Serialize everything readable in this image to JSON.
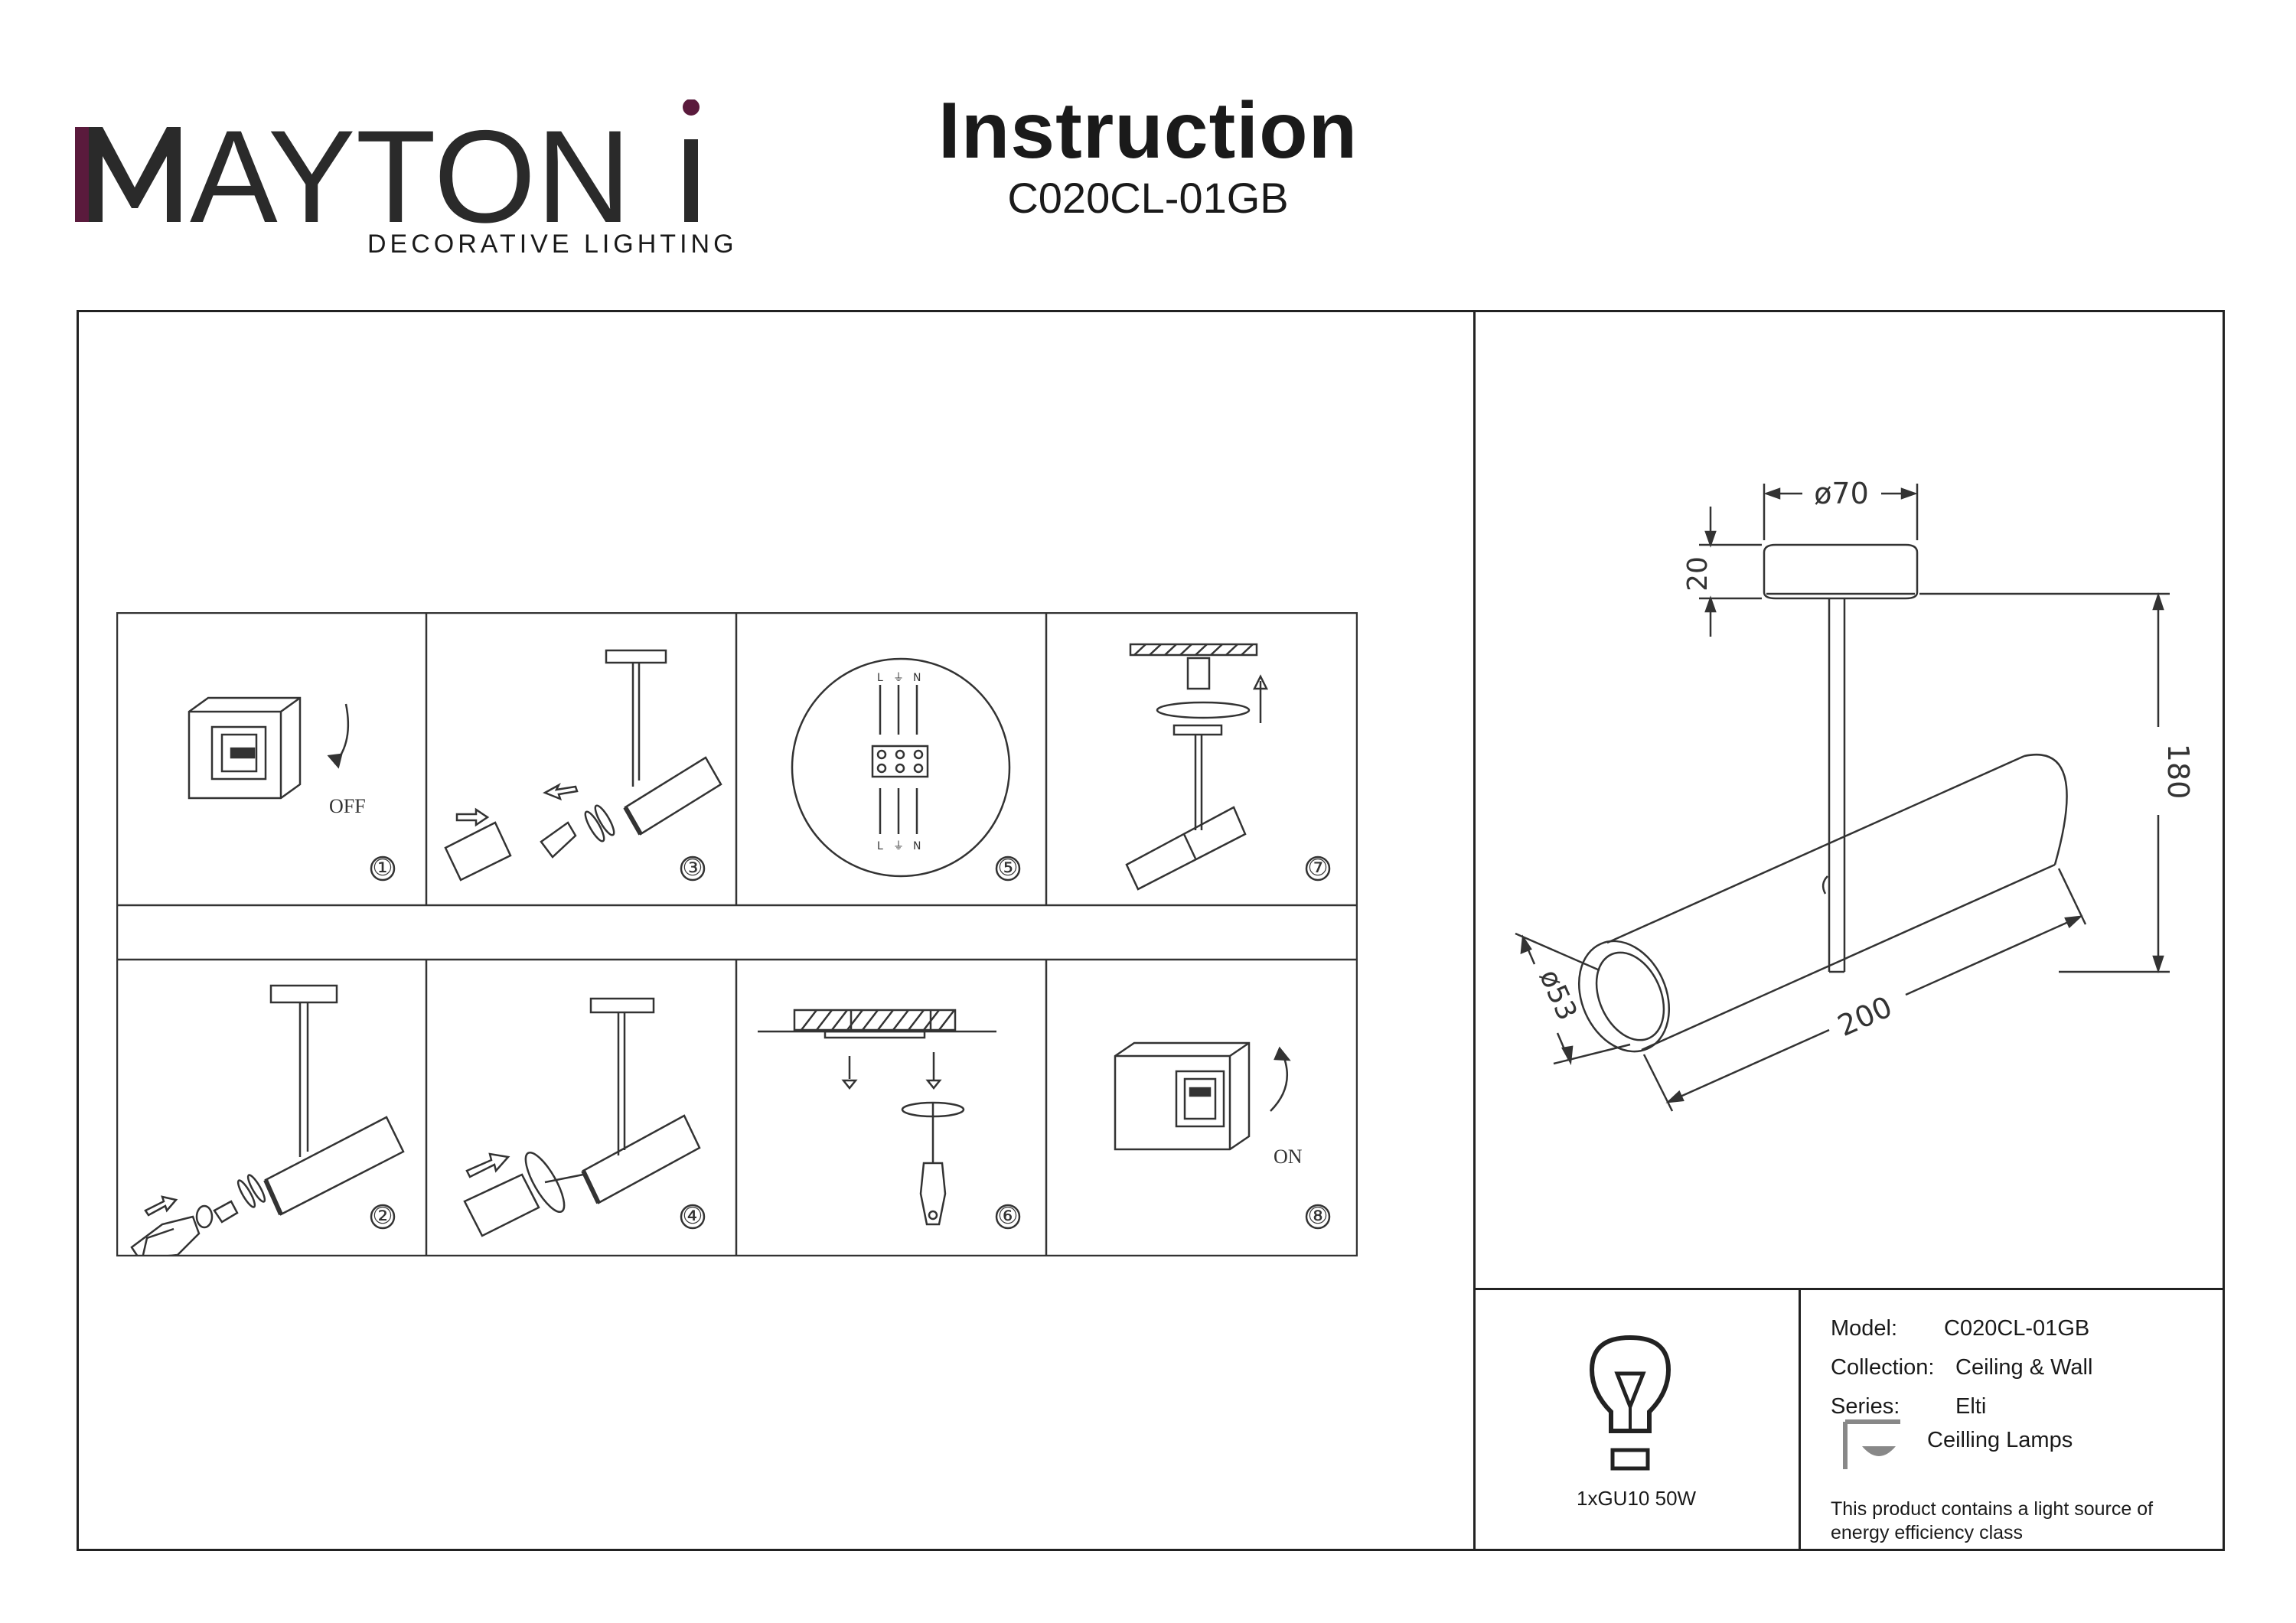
{
  "brand": {
    "name_letters": [
      "M",
      "A",
      "Y",
      "T",
      "O",
      "N",
      "I"
    ],
    "tagline": "DECORATIVE LIGHTING",
    "accent_color": "#5a1a3c"
  },
  "header": {
    "title": "Instruction",
    "model_code": "C020CL-01GB"
  },
  "steps": [
    {
      "number": "①",
      "caption": "OFF",
      "icon": "power-switch-off-icon"
    },
    {
      "number": "③",
      "caption": "",
      "icon": "lamp-disassembly-icon"
    },
    {
      "number": "⑤",
      "caption": "",
      "icon": "wiring-terminal-icon"
    },
    {
      "number": "⑦",
      "caption": "",
      "icon": "ceiling-mount-icon"
    },
    {
      "number": "②",
      "caption": "",
      "icon": "bulb-removal-icon"
    },
    {
      "number": "④",
      "caption": "",
      "icon": "shade-fitting-icon"
    },
    {
      "number": "⑥",
      "caption": "",
      "icon": "screwdriver-fixing-icon"
    },
    {
      "number": "⑧",
      "caption": "ON",
      "icon": "power-switch-on-icon"
    }
  ],
  "wiring_labels": {
    "live": "L",
    "earth": "⏚",
    "neutral": "N"
  },
  "dimensions": {
    "canopy_diameter": "ø70",
    "canopy_height": "20",
    "total_height": "180",
    "shade_length": "200",
    "shade_diameter": "ø53"
  },
  "bulb": {
    "label": "1xGU10 50W",
    "icon": "light-bulb-icon"
  },
  "info": {
    "model_label": "Model:",
    "model_value": "C020CL-01GB",
    "collection_label": "Collection:",
    "collection_value": "Ceiling & Wall",
    "series_label": "Series:",
    "series_value": "Elti",
    "type_value": "Ceilling Lamps",
    "type_icon": "ceiling-lamp-icon",
    "energy_note": "This product contains a light source of energy efficiency class"
  }
}
